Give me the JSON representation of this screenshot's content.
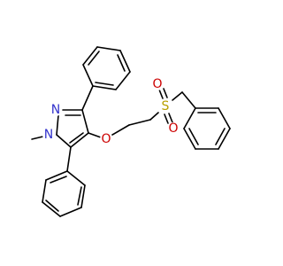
{
  "structure": {
    "labels": {
      "n_ring_top": "N",
      "n_ring_methyl": "N",
      "methyl": "",
      "ether_o": "O",
      "sulfur": "S",
      "sulfonyl_o_top": "O",
      "sulfonyl_o_bottom": "O"
    },
    "colors": {
      "nitrogen": "#3333cc",
      "oxygen": "#cc0000",
      "sulfur": "#b8a000",
      "carbon": "#000000"
    }
  }
}
